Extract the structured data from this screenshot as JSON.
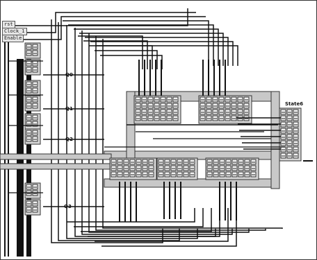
{
  "schematic": {
    "inputs": [
      "rst",
      "Clock_1",
      "Enable"
    ],
    "register_labels": [
      "Q0",
      "Q1",
      "Q2",
      "Q3"
    ],
    "decoder_label": "State6"
  },
  "colors": {
    "wire": "#111111",
    "block_fill": "#d6d6d6",
    "block_border": "#333333",
    "bus_fill": "#c8c8c8",
    "background": "#ffffff"
  }
}
